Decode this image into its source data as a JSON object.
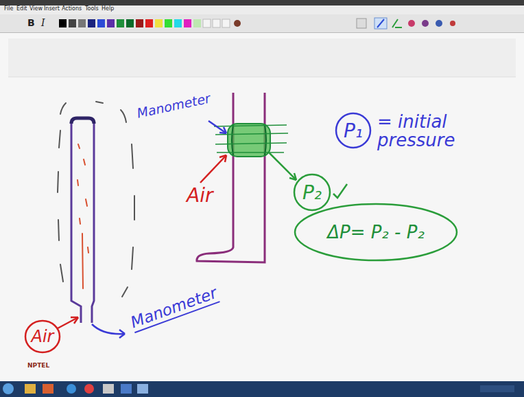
{
  "diagram": {
    "nodes": [
      {
        "text": [
          "P₁"
        ]
      },
      {
        "text": [
          "P₂"
        ]
      },
      {
        "text": [
          "ΔP= P₂ - P₂"
        ]
      },
      {
        "text": [
          "Air"
        ]
      }
    ],
    "labels": [
      "File",
      "Edit",
      "View",
      "Insert",
      "Actions",
      "Tools",
      "Help",
      "B",
      "I",
      "Manometer",
      "Air",
      "= initial pressure",
      "Manometer",
      "NPTEL"
    ]
  }
}
